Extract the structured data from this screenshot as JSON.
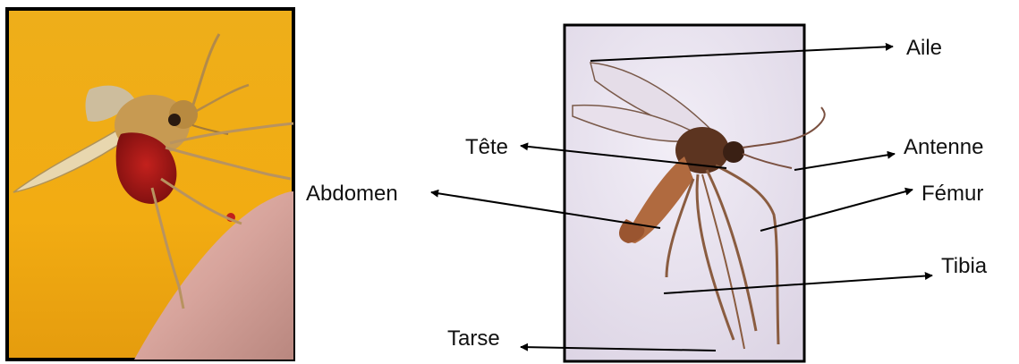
{
  "labels": {
    "aile": "Aile",
    "tete": "Tête",
    "antenne": "Antenne",
    "abdomen": "Abdomen",
    "femur": "Fémur",
    "tibia": "Tibia",
    "tarse": "Tarse"
  },
  "colors": {
    "left_background": "#f2ac12",
    "right_background": "#ece8f2",
    "frame": "#000000",
    "insect_body": "#b06a3f",
    "blood_abdomen": "#a61818",
    "skin": "#d7a49c"
  }
}
